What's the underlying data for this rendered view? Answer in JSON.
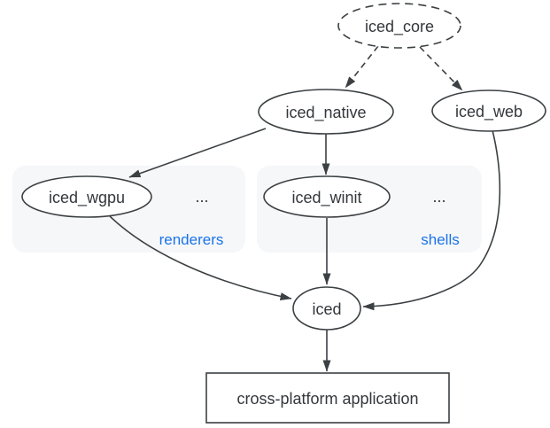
{
  "diagram": {
    "kind": "dependency-graph",
    "colors": {
      "background": "#ffffff",
      "node_stroke": "#3b4043",
      "node_fill": "#ffffff",
      "text": "#33373b",
      "group_fill": "#f6f7f9",
      "group_label": "#1a73e8"
    },
    "nodes": {
      "iced_core": {
        "label": "iced_core",
        "shape": "ellipse",
        "border": "dashed"
      },
      "iced_native": {
        "label": "iced_native",
        "shape": "ellipse",
        "border": "solid"
      },
      "iced_web": {
        "label": "iced_web",
        "shape": "ellipse",
        "border": "solid"
      },
      "iced_wgpu": {
        "label": "iced_wgpu",
        "shape": "ellipse",
        "border": "solid"
      },
      "iced_winit": {
        "label": "iced_winit",
        "shape": "ellipse",
        "border": "solid"
      },
      "iced": {
        "label": "iced",
        "shape": "ellipse",
        "border": "solid"
      },
      "app": {
        "label": "cross-platform application",
        "shape": "rectangle",
        "border": "solid"
      }
    },
    "groups": {
      "renderers": {
        "label": "renderers",
        "ellipsis": "...",
        "contains": [
          "iced_wgpu"
        ]
      },
      "shells": {
        "label": "shells",
        "ellipsis": "...",
        "contains": [
          "iced_winit"
        ]
      }
    },
    "edges": [
      {
        "from": "iced_core",
        "to": "iced_native",
        "style": "dashed"
      },
      {
        "from": "iced_core",
        "to": "iced_web",
        "style": "dashed"
      },
      {
        "from": "iced_native",
        "to": "iced_wgpu",
        "style": "solid"
      },
      {
        "from": "iced_native",
        "to": "iced_winit",
        "style": "solid"
      },
      {
        "from": "iced_winit",
        "to": "iced",
        "style": "solid"
      },
      {
        "from": "iced_wgpu",
        "to": "iced",
        "style": "solid"
      },
      {
        "from": "iced_web",
        "to": "iced",
        "style": "solid"
      },
      {
        "from": "iced",
        "to": "app",
        "style": "solid"
      }
    ]
  }
}
